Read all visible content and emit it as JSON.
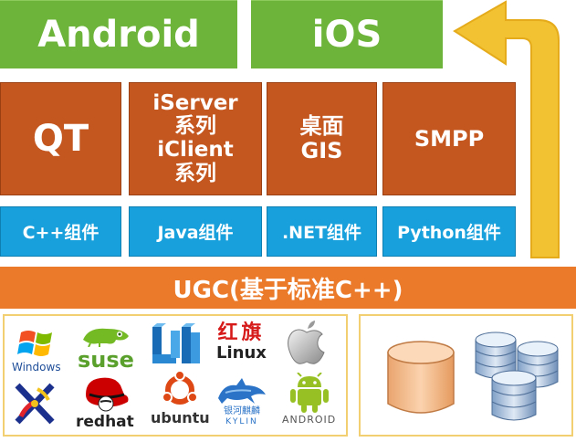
{
  "platforms": {
    "android": "Android",
    "ios": "iOS"
  },
  "products": {
    "qt": "QT",
    "iserver_lines": [
      "iServer",
      "系列",
      "iClient",
      "系列"
    ],
    "desktop_lines": [
      "桌面",
      "GIS"
    ],
    "smpp": "SMPP"
  },
  "components": {
    "cpp": "C++组件",
    "java": "Java组件",
    "net": ".NET组件",
    "python": "Python组件"
  },
  "core": "UGC(基于标准C++)",
  "os_logos": {
    "windows": "Windows",
    "suse": "suse",
    "linux_cn": "红旗",
    "linux": "Linux",
    "redhat": "redhat",
    "ubuntu": "ubuntu",
    "kylin": "银河麒麟",
    "kylin_en": "KYLIN",
    "android": "ANDROID"
  },
  "colors": {
    "green": "#6db43a",
    "brown": "#c4561f",
    "blue": "#17a0db",
    "orange": "#eb7a2a",
    "arrow": "#f2c232"
  }
}
